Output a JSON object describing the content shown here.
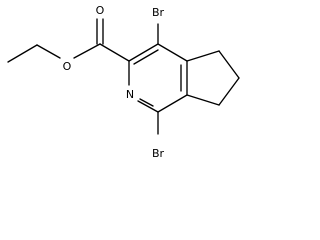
{
  "structure": {
    "atoms": {
      "br_top": "Br",
      "br_bottom": "Br",
      "ring_nitrogen": "N",
      "ester_carbonyl_oxygen": "O",
      "ester_ether_oxygen": "O"
    },
    "colors": {
      "bond": "#000000",
      "label": "#000000",
      "background": "#ffffff"
    }
  }
}
